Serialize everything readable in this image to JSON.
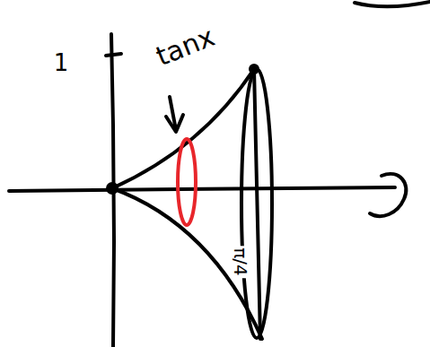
{
  "diagram": {
    "labels": [
      "1",
      "tanx",
      "π/4"
    ]
  }
}
